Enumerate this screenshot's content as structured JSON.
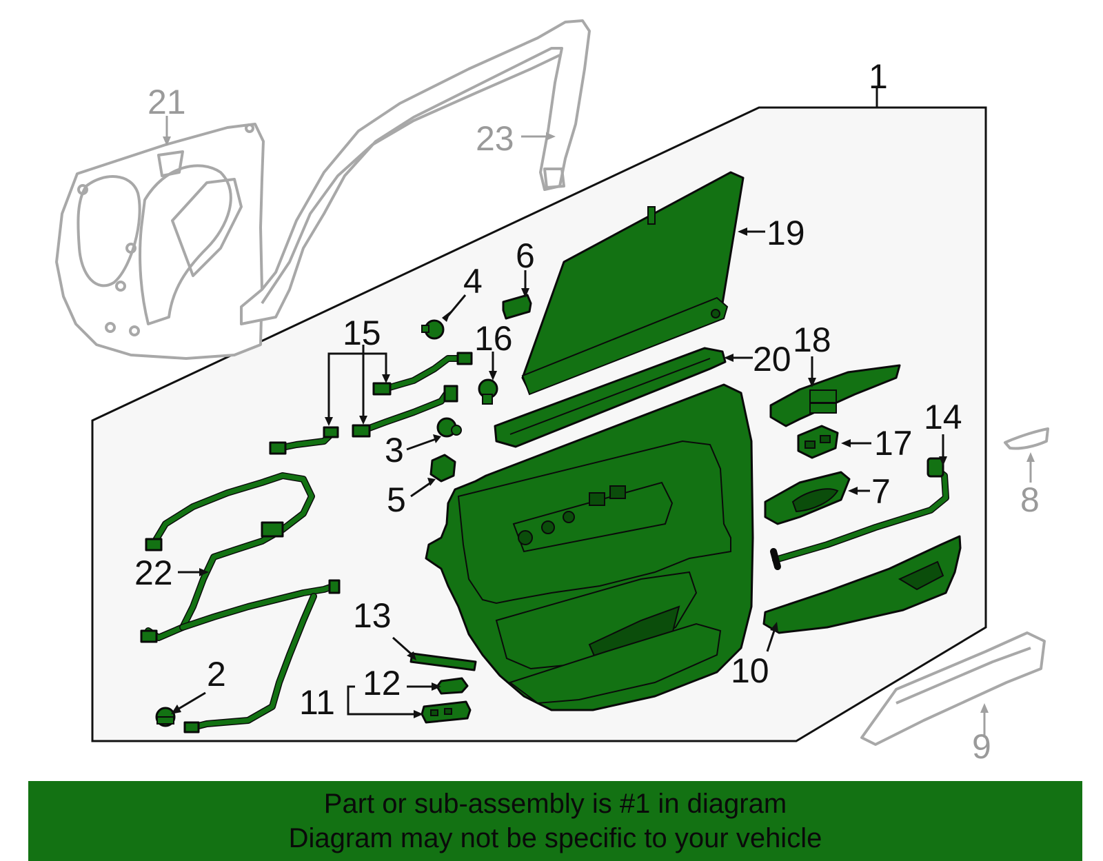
{
  "callouts": {
    "c1": "1",
    "c2": "2",
    "c3": "3",
    "c4": "4",
    "c5": "5",
    "c6": "6",
    "c7": "7",
    "c8": "8",
    "c9": "9",
    "c10": "10",
    "c11": "11",
    "c12": "12",
    "c13": "13",
    "c14": "14",
    "c15": "15",
    "c16": "16",
    "c17": "17",
    "c18": "18",
    "c19": "19",
    "c20": "20",
    "c21": "21",
    "c22": "22",
    "c23": "23"
  },
  "banner": {
    "line1": "Part or sub-assembly is #1 in diagram",
    "line2": "Diagram may not be specific to your vehicle"
  },
  "colors": {
    "highlight": "#137213",
    "panel": "#f7f7f7",
    "outline": "#0a0a0a",
    "reference": "#a8a8a8"
  }
}
